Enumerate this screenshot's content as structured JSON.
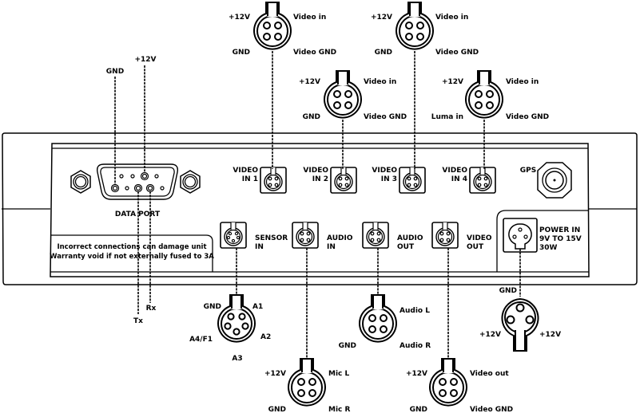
{
  "diagram": {
    "data_port": {
      "label": "DATA PORT",
      "pins": {
        "gnd": "GND",
        "v12": "+12V",
        "tx": "Tx",
        "rx": "Rx"
      }
    },
    "warning": {
      "line1": "Incorrect connections can damage unit",
      "line2": "Warranty void if not externally fused to 3A"
    },
    "panel_ports": {
      "video_in_1": [
        "VIDEO",
        "IN 1"
      ],
      "video_in_2": [
        "VIDEO",
        "IN 2"
      ],
      "video_in_3": [
        "VIDEO",
        "IN 3"
      ],
      "video_in_4": [
        "VIDEO",
        "IN 4"
      ],
      "gps": "GPS",
      "sensor_in": [
        "SENSOR",
        "IN"
      ],
      "audio_in": [
        "AUDIO",
        "IN"
      ],
      "audio_out": [
        "AUDIO",
        "OUT"
      ],
      "video_out": [
        "VIDEO",
        "OUT"
      ],
      "power_in": [
        "POWER IN",
        "9V TO 15V",
        "30W"
      ]
    },
    "pinouts": {
      "video_in_1": {
        "tl": "+12V",
        "tr": "Video in",
        "bl": "GND",
        "br": "Video GND"
      },
      "video_in_2": {
        "tl": "+12V",
        "tr": "Video in",
        "bl": "GND",
        "br": "Video GND"
      },
      "video_in_3": {
        "tl": "+12V",
        "tr": "Video in",
        "bl": "GND",
        "br": "Video GND"
      },
      "video_in_4": {
        "tl": "+12V",
        "tr": "Video in",
        "bl": "Luma in",
        "br": "Video GND"
      },
      "sensor_in": {
        "tl": "GND",
        "tr": "A1",
        "l": "A4/F1",
        "r": "A2",
        "b": "A3"
      },
      "audio_in": {
        "tl": "+12V",
        "tr": "Mic L",
        "bl": "GND",
        "br": "Mic R"
      },
      "audio_out": {
        "tr": "Audio L",
        "bl": "GND",
        "br": "Audio R"
      },
      "video_out": {
        "tl": "+12V",
        "tr": "Video out",
        "bl": "GND",
        "br": "Video GND"
      },
      "power_in": {
        "top": "GND",
        "l": "+12V",
        "r": "+12V"
      }
    }
  }
}
